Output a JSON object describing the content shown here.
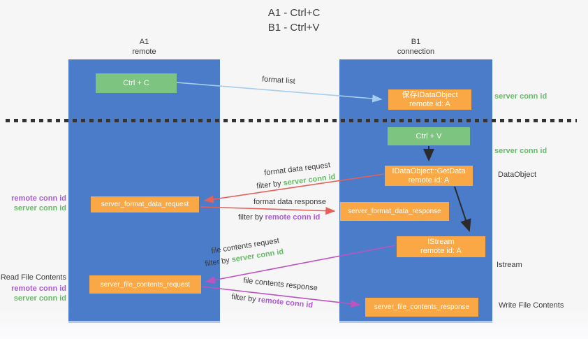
{
  "title": {
    "line1": "A1 - Ctrl+C",
    "line2": "B1 - Ctrl+V"
  },
  "lanes": {
    "left": {
      "name": "A1",
      "role": "remote"
    },
    "right": {
      "name": "B1",
      "role": "connection"
    }
  },
  "boxes": {
    "ctrl_c": "Ctrl + C",
    "ctrl_v": "Ctrl + V",
    "save_idataobject": {
      "line1": "保存IDataObject",
      "line2": "remote id: A"
    },
    "getdata": {
      "line1": "IDataObject::GetData",
      "line2": "remote id: A"
    },
    "istream": {
      "line1": "IStream",
      "line2": "remote id: A"
    },
    "format_request": "server_format_data_request",
    "format_response": "server_format_data_response",
    "file_request": "server_file_contents_request",
    "file_response": "server_file_contents_response"
  },
  "arrow_labels": {
    "format_list": "format list",
    "format_data_request": "format data request",
    "format_data_response": "format data response",
    "file_contents_request": "file contents request",
    "file_contents_response": "file contents response",
    "filter_by": "filter by",
    "server_conn_id": "server conn id",
    "remote_conn_id": "remote conn id"
  },
  "side_labels": {
    "server_conn_id": "server conn id",
    "remote_conn_id": "remote conn id",
    "dataobject": "DataObject",
    "istream": "Istream",
    "read_file_contents": "Read File Contents",
    "write_file_contents": "Write File Contents"
  },
  "colors": {
    "lane_blue": "#4a7cc9",
    "box_orange": "#f9a845",
    "box_green": "#7cc47f",
    "arrow_blue": "#a5cdee",
    "arrow_red": "#e66059",
    "arrow_magenta": "#bc53be",
    "arrow_black": "#2b2b2b",
    "text_green": "#66bb66",
    "text_purple": "#ac5bd2",
    "text_dark": "#3a3a3a"
  }
}
